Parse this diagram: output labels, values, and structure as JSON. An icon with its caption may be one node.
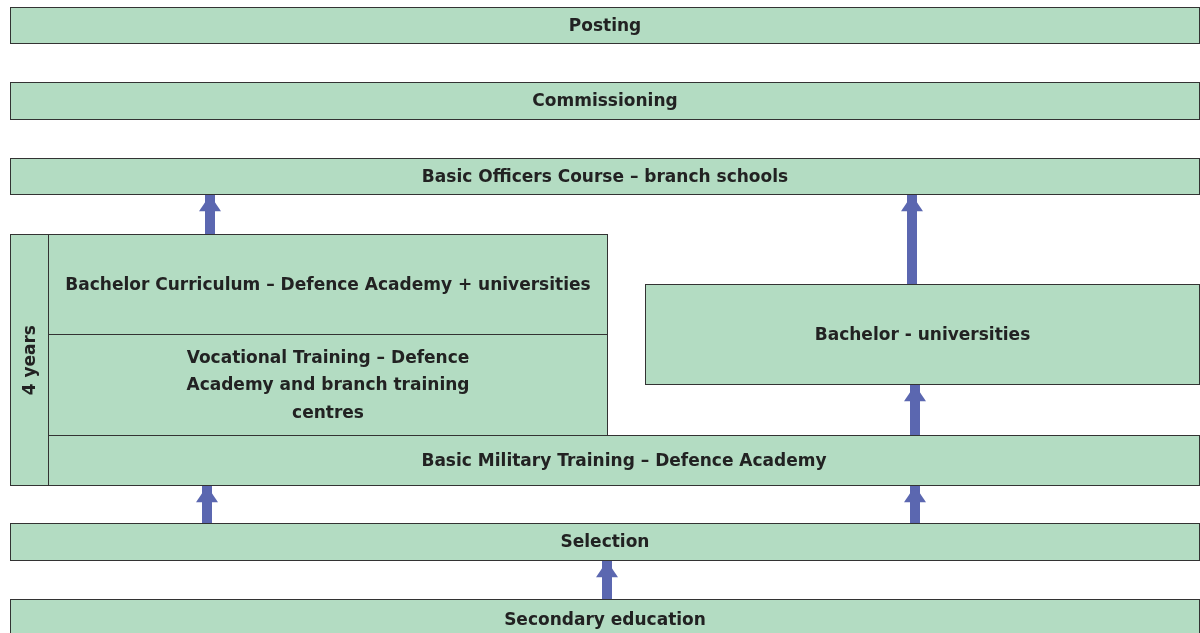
{
  "diagram": {
    "nodes": [
      {
        "text": [
          "Posting"
        ]
      },
      {
        "text": [
          "Commissioning"
        ]
      },
      {
        "text": [
          "Basic Officers Course – branch schools"
        ]
      },
      {
        "text": [
          "4 years"
        ]
      },
      {
        "text": [
          "Bachelor Curriculum – Defence Academy + universities"
        ]
      },
      {
        "text": [
          "Vocational Training – Defence Academy and branch training centres"
        ]
      },
      {
        "text": [
          "Bachelor - universities"
        ]
      },
      {
        "text": [
          "Basic Military Training – Defence Academy"
        ]
      },
      {
        "text": [
          "Selection"
        ]
      },
      {
        "text": [
          "Secondary education"
        ]
      }
    ],
    "edges": [
      {
        "from": 4,
        "to": 2,
        "arrow": "to"
      },
      {
        "from": 6,
        "to": 2,
        "arrow": "to"
      },
      {
        "from": 7,
        "to": 6,
        "arrow": "to"
      },
      {
        "from": 8,
        "to": 7,
        "arrow": "to"
      },
      {
        "from": 8,
        "to": 7,
        "arrow": "to"
      },
      {
        "from": 9,
        "to": 8,
        "arrow": "to"
      }
    ]
  }
}
